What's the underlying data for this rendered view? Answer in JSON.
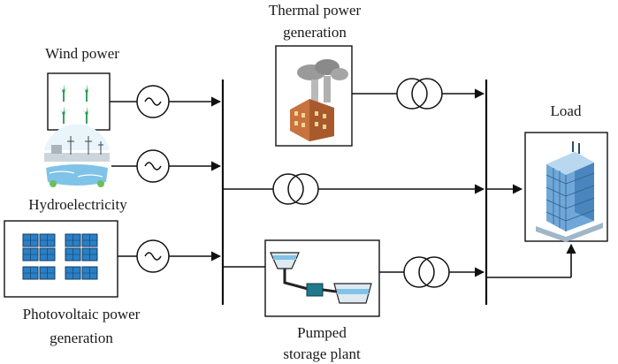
{
  "labels": {
    "wind": "Wind power",
    "hydro": "Hydroelectricity",
    "pv_line1": "Photovoltaic power",
    "pv_line2": "generation",
    "thermal_line1": "Thermal power",
    "thermal_line2": "generation",
    "pumped_line1": "Pumped",
    "pumped_line2": "storage plant",
    "load": "Load"
  },
  "colors": {
    "wind_turbine": "#1e9a4a",
    "solar_panel": "#2b7fc4",
    "building": "#6fa8d8",
    "factory": "#c8733e",
    "smoke": "#8a8a8a",
    "water": "#7fc3e8",
    "pump": "#1f7a8c"
  },
  "icons": {
    "generator": "ac-generator-icon",
    "transformer": "transformer-icon"
  }
}
